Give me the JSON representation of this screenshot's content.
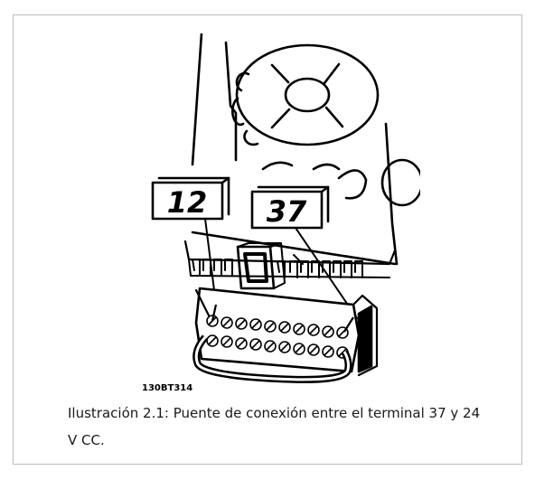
{
  "figure": {
    "icon": "wiring-terminal-illustration",
    "callout_left": "12",
    "callout_right": "37",
    "figure_code": "130BT314"
  },
  "caption": {
    "text": "Ilustración 2.1: Puente de conexión entre el terminal 37 y 24 V CC."
  }
}
